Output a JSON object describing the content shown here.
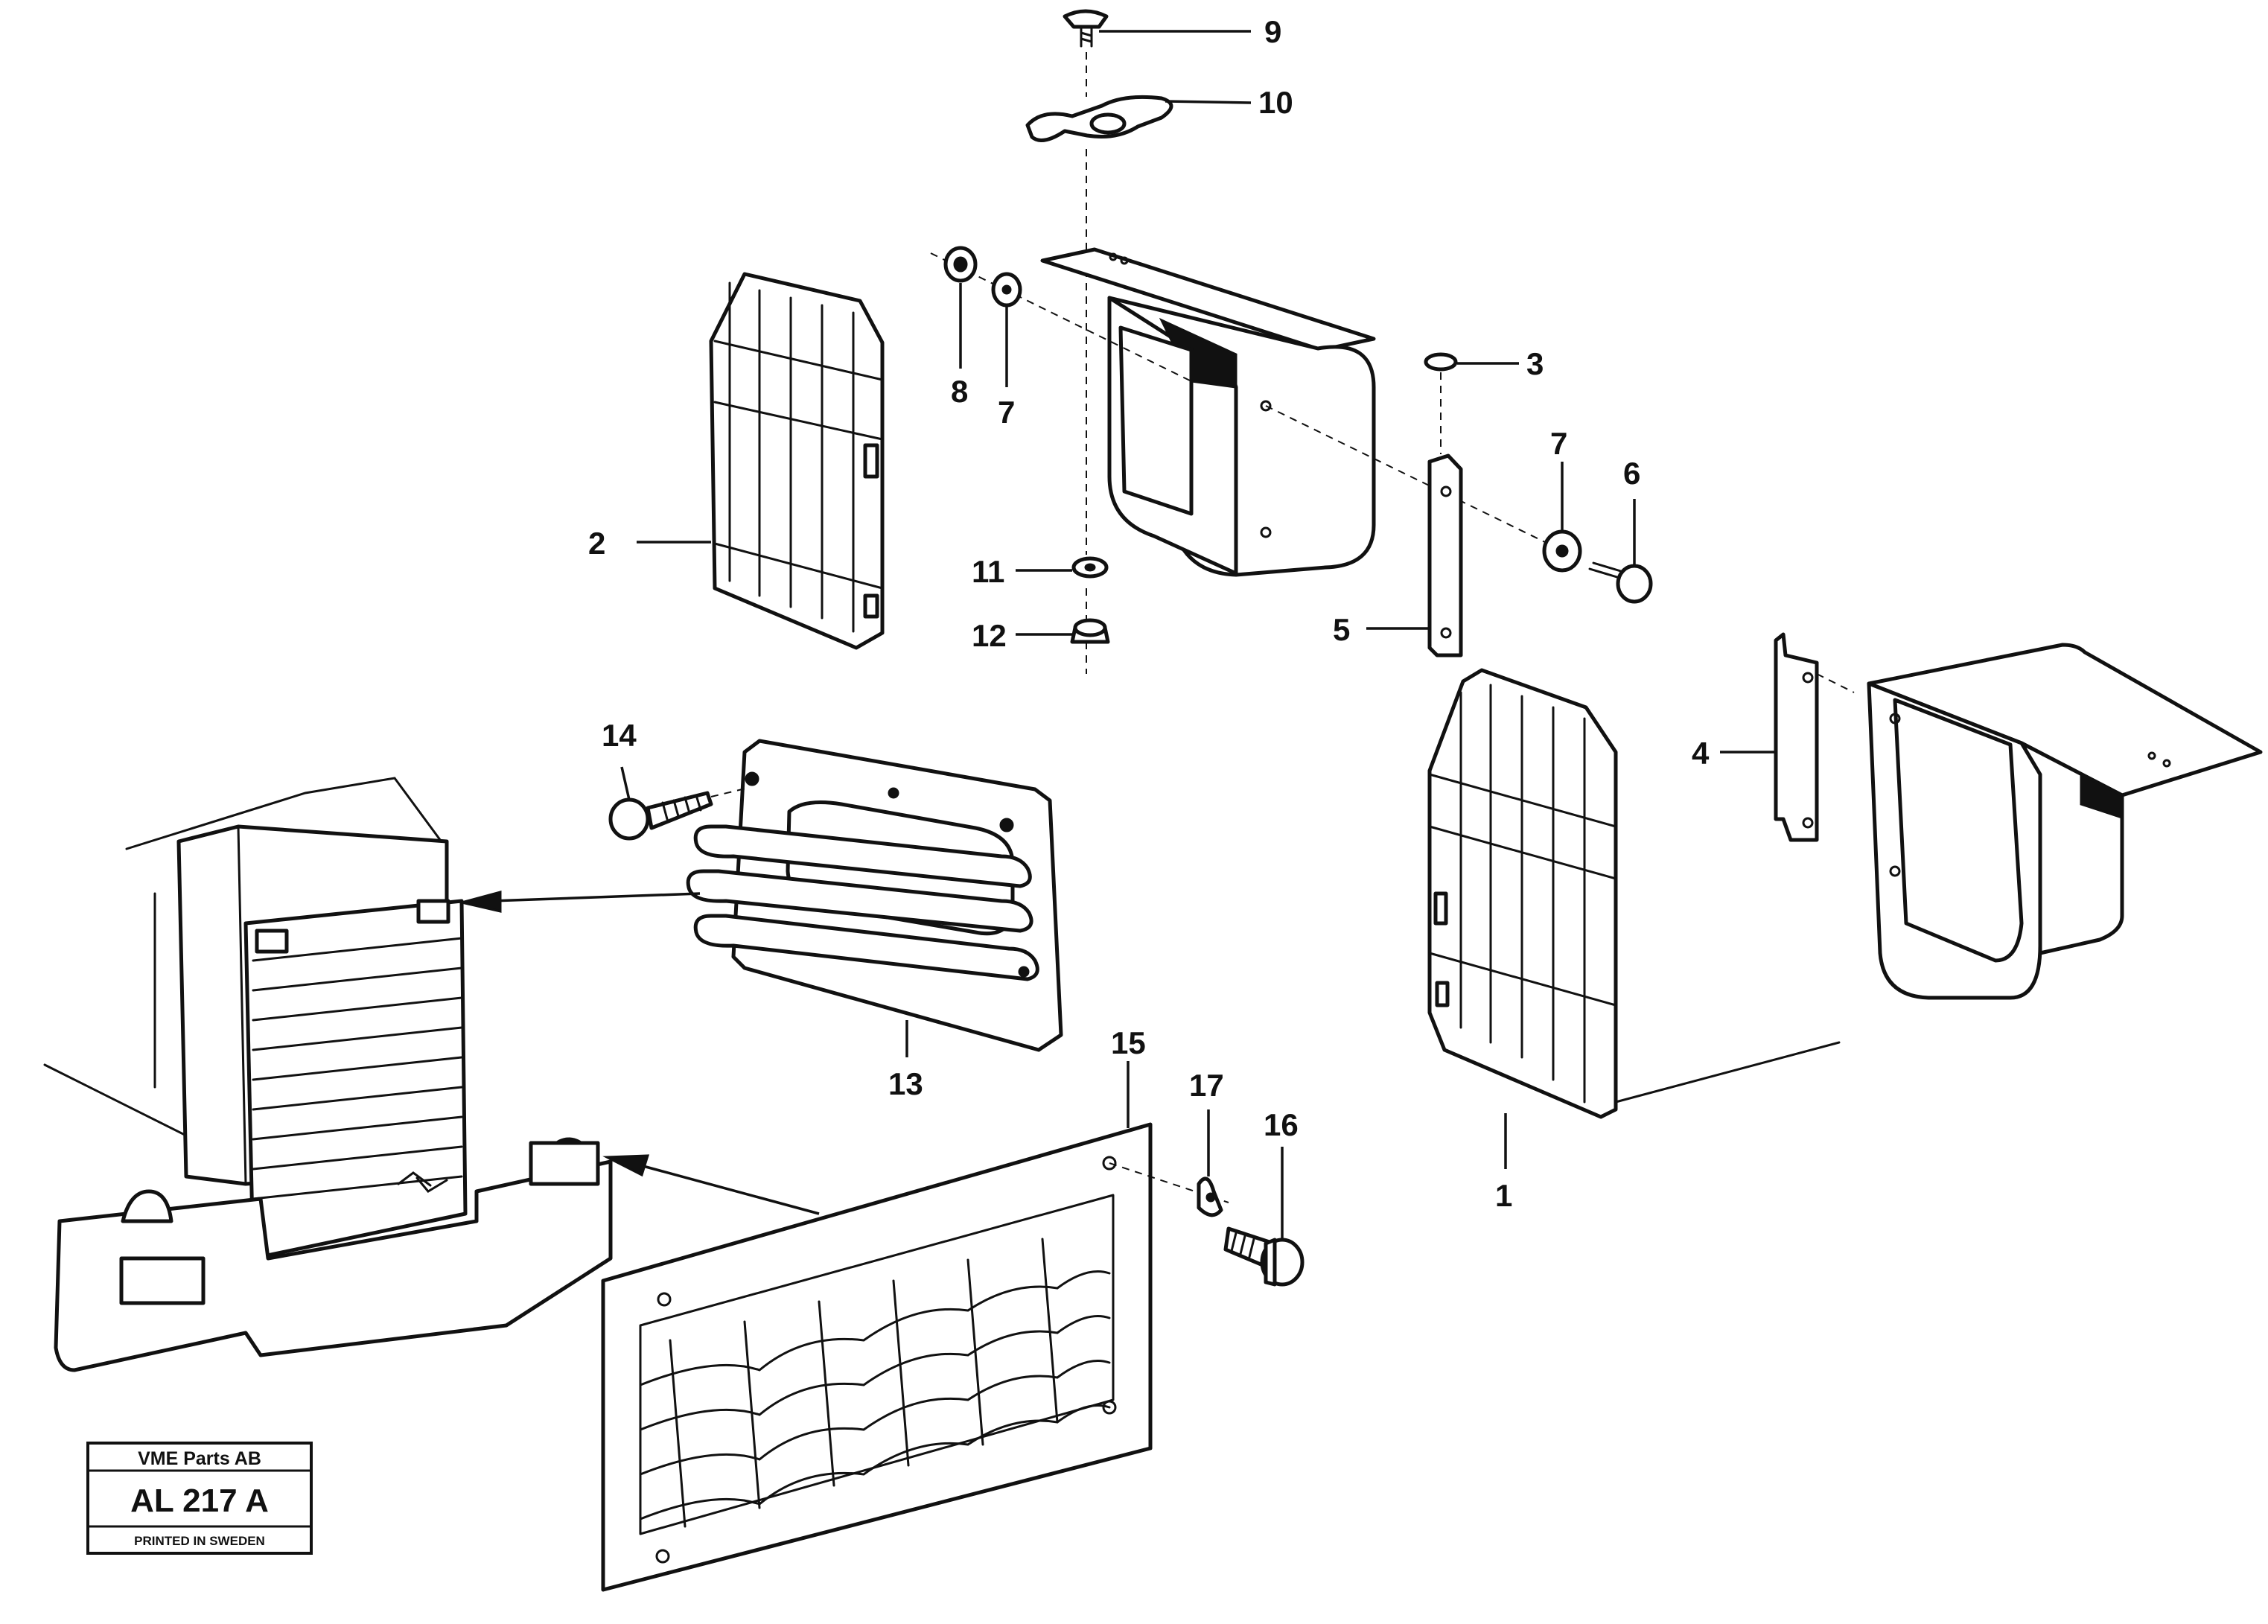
{
  "title_block": {
    "company": "VME Parts AB",
    "drawing_number": "AL 217 A",
    "printed": "PRINTED IN SWEDEN"
  },
  "callouts": [
    {
      "id": "c9",
      "label": "9"
    },
    {
      "id": "c10",
      "label": "10"
    },
    {
      "id": "c8",
      "label": "8"
    },
    {
      "id": "c7a",
      "label": "7"
    },
    {
      "id": "c3",
      "label": "3"
    },
    {
      "id": "c7b",
      "label": "7"
    },
    {
      "id": "c6",
      "label": "6"
    },
    {
      "id": "c2",
      "label": "2"
    },
    {
      "id": "c11",
      "label": "11"
    },
    {
      "id": "c12",
      "label": "12"
    },
    {
      "id": "c5",
      "label": "5"
    },
    {
      "id": "c4",
      "label": "4"
    },
    {
      "id": "c14",
      "label": "14"
    },
    {
      "id": "c13",
      "label": "13"
    },
    {
      "id": "c15",
      "label": "15"
    },
    {
      "id": "c17",
      "label": "17"
    },
    {
      "id": "c16",
      "label": "16"
    },
    {
      "id": "c1",
      "label": "1"
    }
  ]
}
